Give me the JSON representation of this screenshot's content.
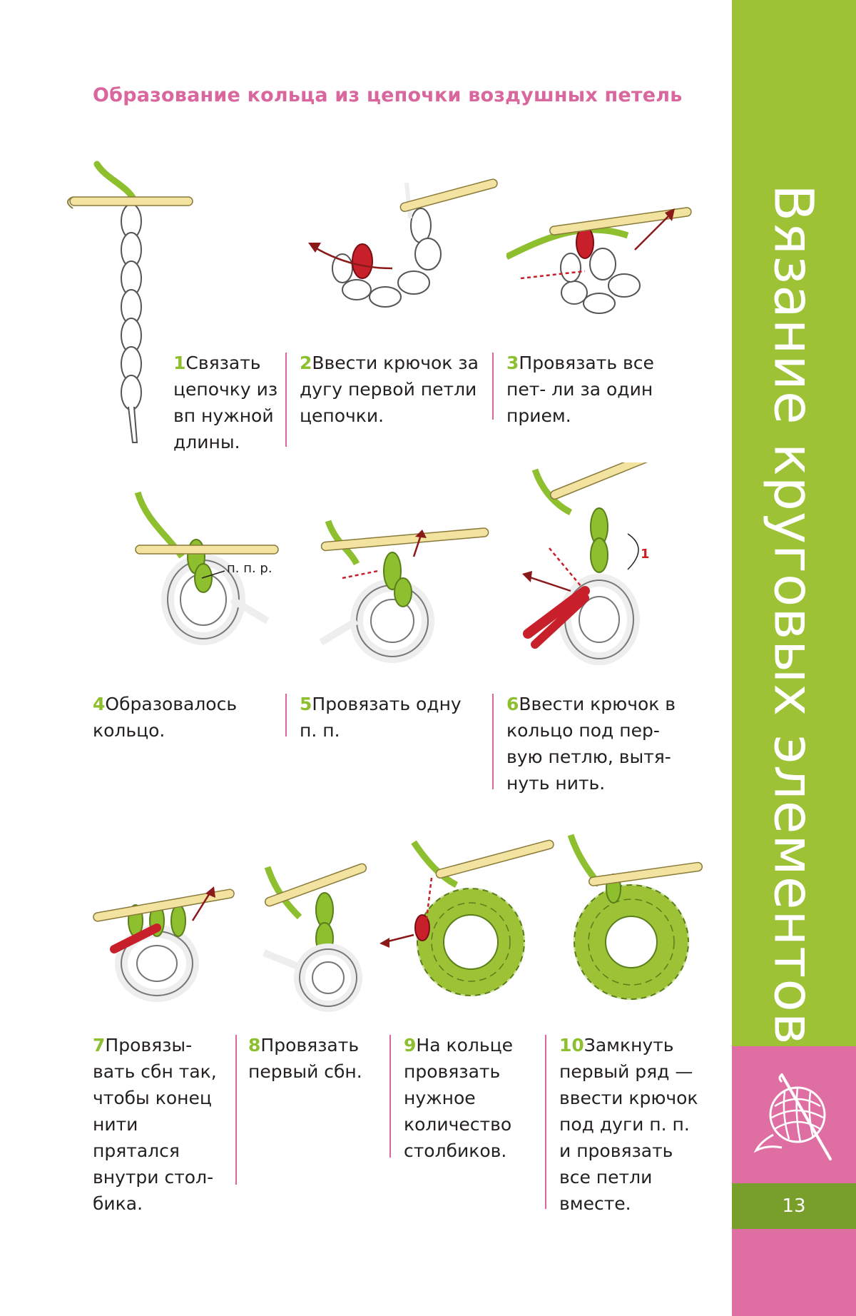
{
  "title": "Образование кольца из цепочки воздушных петель",
  "steps": [
    {
      "num": "1",
      "text": "Связать цепочку из вп нужной длины."
    },
    {
      "num": "2",
      "text": "Ввести крючок за дугу первой петли цепочки."
    },
    {
      "num": "3",
      "text": "Провязать все пет- ли за один прием."
    },
    {
      "num": "4",
      "text": "Образовалось кольцо."
    },
    {
      "num": "5",
      "text": "Провязать одну п. п."
    },
    {
      "num": "6",
      "text": "Ввести крючок в кольцо под пер- вую петлю, вытя- нуть нить."
    },
    {
      "num": "7",
      "text": "Провязы- вать сбн так, чтобы конец нити прятался внутри стол- бика."
    },
    {
      "num": "8",
      "text": "Провязать первый сбн."
    },
    {
      "num": "9",
      "text": "На кольце провязать нужное количество столбиков."
    },
    {
      "num": "10",
      "text": "Замкнуть первый ряд — ввести крючок под дуги п. п. и провязать все петли вместе."
    }
  ],
  "annotations": {
    "fig4_label": "п. п. р.",
    "fig6_label": "1"
  },
  "sidebar": {
    "chapter_title": "Вязание круговых элементов",
    "page_number": "13"
  },
  "icons": {
    "sidebar": "yarn-ball-hook-icon"
  },
  "colors": {
    "accent_pink": "#d9679e",
    "step_number_green": "#8dbf2f",
    "sidebar_green": "#9dc236",
    "sidebar_dark_green": "#789e2b",
    "sidebar_pink": "#df6fa3",
    "yarn_red": "#c8202a"
  }
}
